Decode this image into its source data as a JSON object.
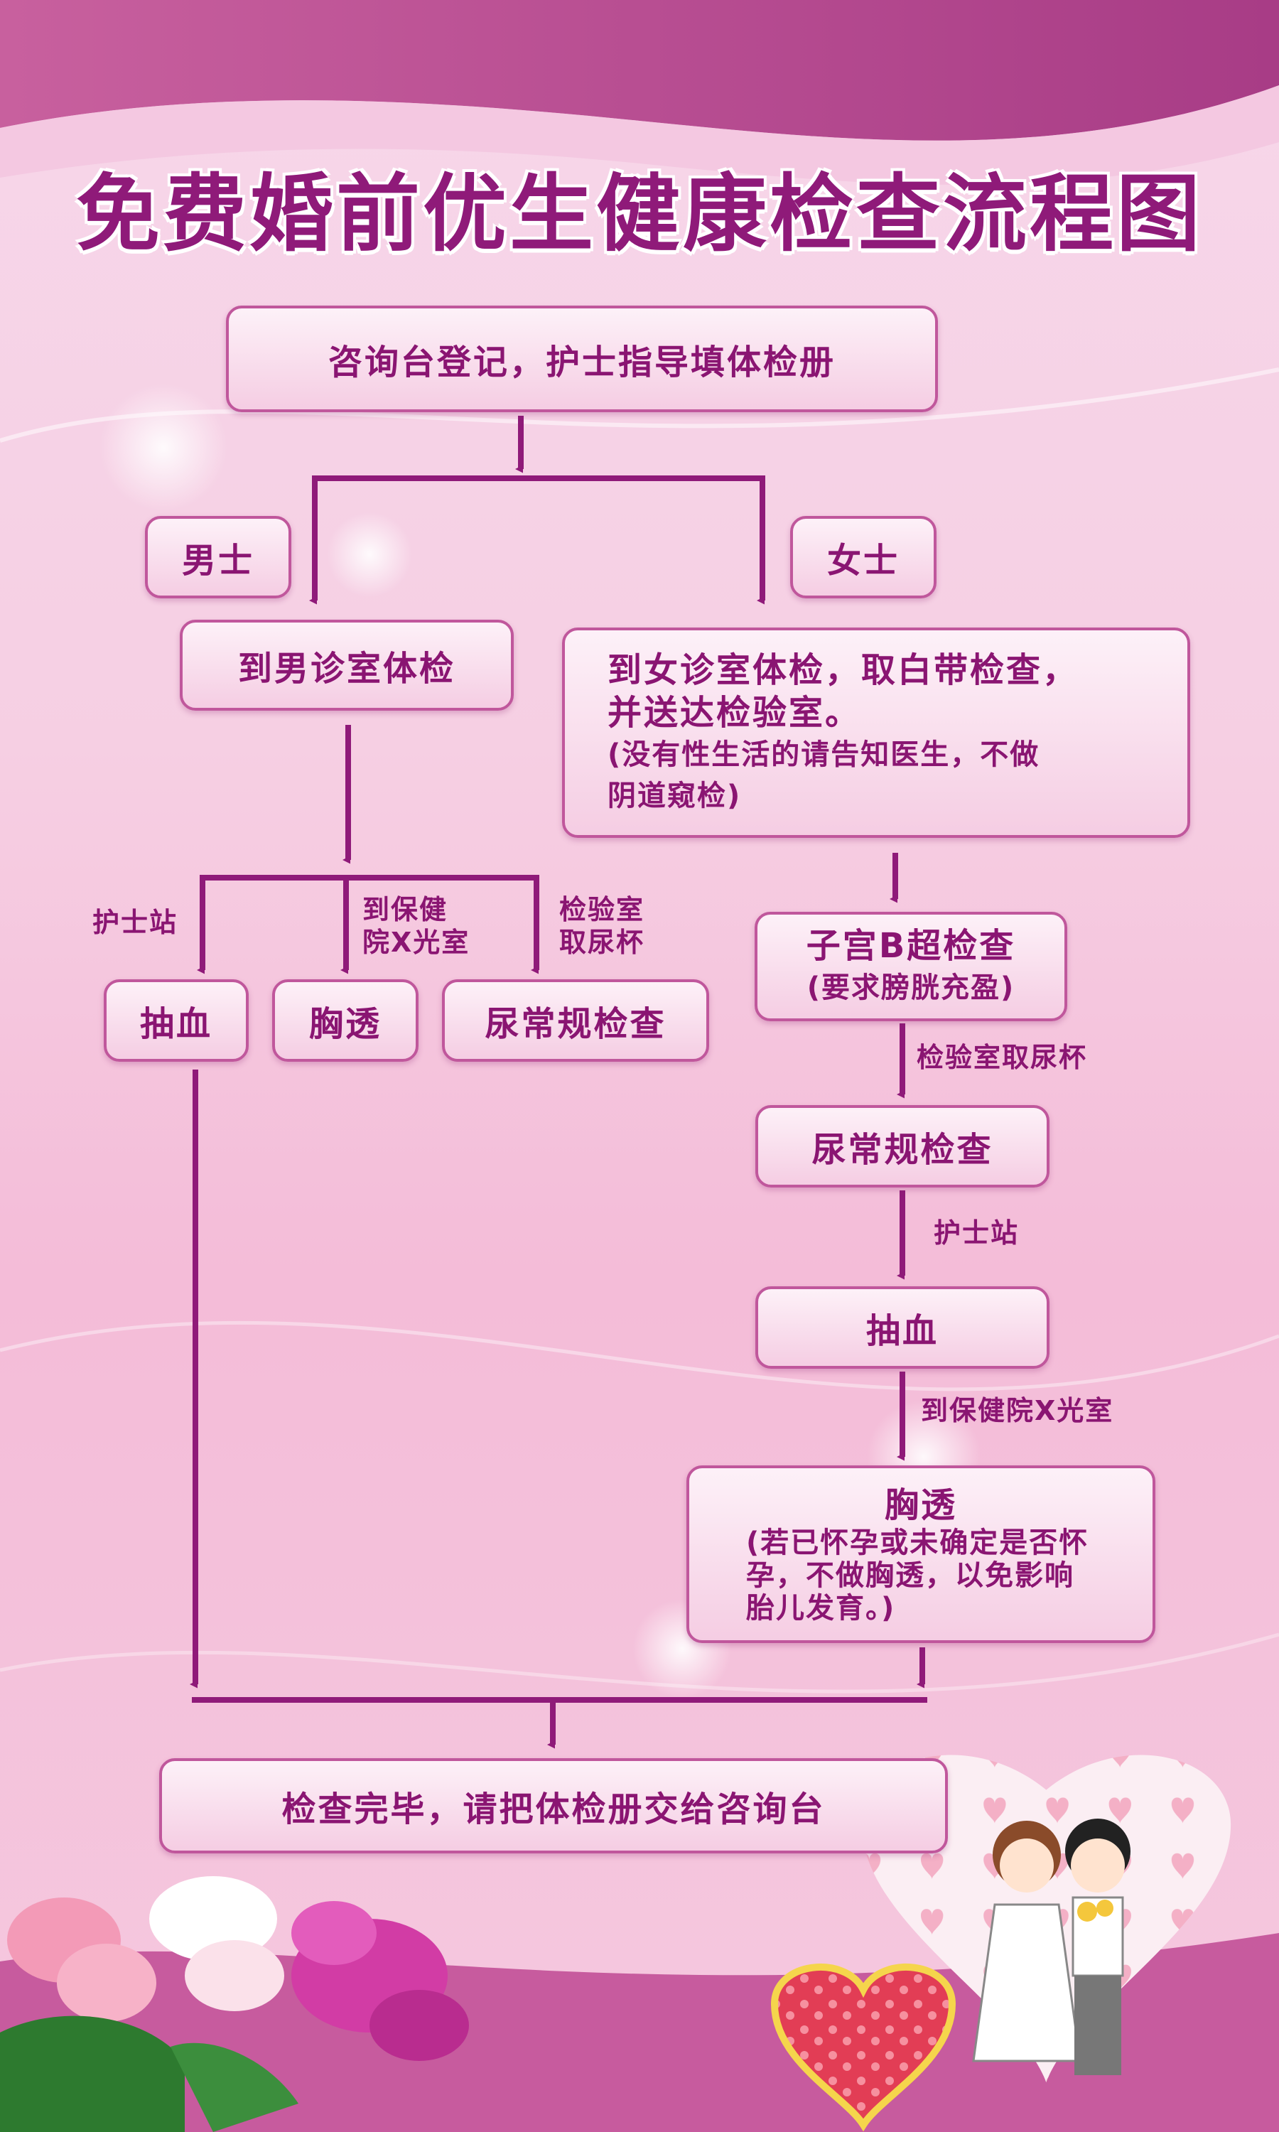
{
  "title": "免费婚前优生健康检查流程图",
  "colors": {
    "primary": "#8a1572",
    "line": "#8f1a79",
    "box_border": "#c0579c"
  },
  "start": "咨询台登记，护士指导填体检册",
  "male": {
    "tag": "男士",
    "exam": "到男诊室体检",
    "labels": {
      "nurse": "护士站",
      "xray_1": "到保健",
      "xray_2": "院X光室",
      "lab_1": "检验室",
      "lab_2": "取尿杯"
    },
    "blood": "抽血",
    "chest": "胸透",
    "urine": "尿常规检查"
  },
  "female": {
    "tag": "女士",
    "exam_line1": "到女诊室体检，取白带检查，",
    "exam_line2": "并送达检验室。",
    "exam_note1": "(没有性生活的请告知医生，不做",
    "exam_note2": "阴道窥检)",
    "ultrasound": "子宫B超检查",
    "ultrasound_note": "(要求膀胱充盈)",
    "label_lab": "检验室取尿杯",
    "urine": "尿常规检查",
    "label_nurse": "护士站",
    "blood": "抽血",
    "label_xray": "到保健院X光室",
    "chest": "胸透",
    "chest_note1": "(若已怀孕或未确定是否怀",
    "chest_note2": "孕，不做胸透，以免影响",
    "chest_note3": "胎儿发育。)"
  },
  "end": "检查完毕，请把体检册交给咨询台"
}
